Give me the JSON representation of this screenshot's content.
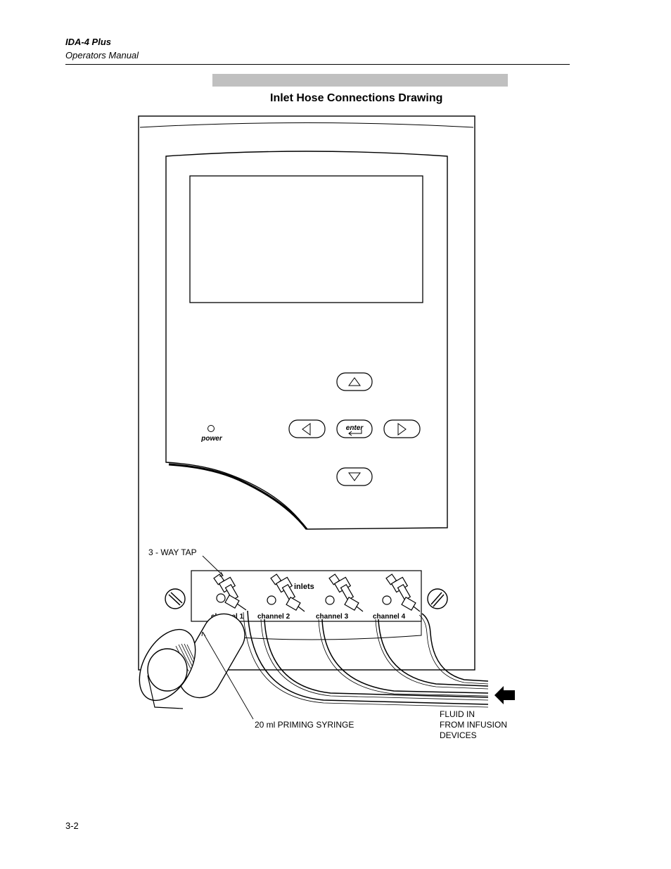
{
  "header": {
    "doc_title": "IDA-4 Plus",
    "doc_subtitle": "Operators Manual"
  },
  "figure": {
    "caption": "Inlet Hose Connections Drawing",
    "device": {
      "enter_key_label": "enter",
      "power_label": "power",
      "inlets_label": "inlets",
      "channels": [
        "channel 1",
        "channel 2",
        "channel 3",
        "channel 4"
      ]
    },
    "callouts": {
      "tap": "3 - WAY TAP",
      "syringe": "20 ml PRIMING SYRINGE",
      "fluid_line1": "FLUID IN",
      "fluid_line2": "FROM INFUSION",
      "fluid_line3": "DEVICES"
    }
  },
  "footer": {
    "page_number": "3-2"
  }
}
